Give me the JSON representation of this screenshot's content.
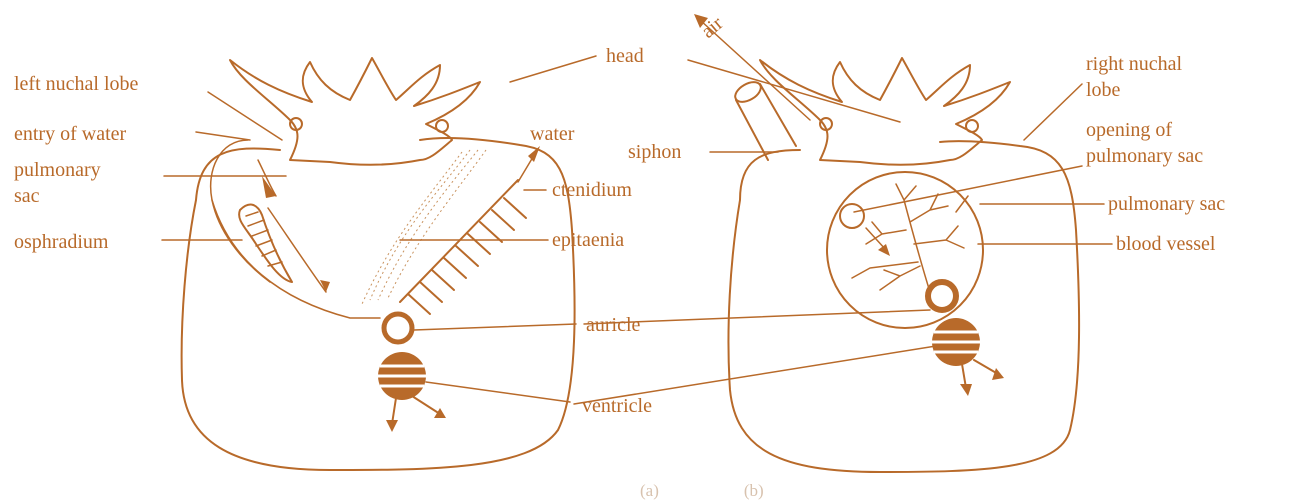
{
  "accent_color": "#b86a2a",
  "labels": {
    "head": "head",
    "air": "air",
    "left_nuchal_lobe": "left nuchal lobe",
    "entry_of_water": "entry of water",
    "pulmonary_sac_line1": "pulmonary",
    "pulmonary_sac_line2": "sac",
    "osphradium": "osphradium",
    "water": "water",
    "ctenidium": "ctenidium",
    "epitaenia": "epitaenia",
    "auricle": "auricle",
    "ventricle": "ventricle",
    "siphon": "siphon",
    "right_nuchal_lobe_line1": "right nuchal",
    "right_nuchal_lobe_line2": "lobe",
    "opening_line1": "opening of",
    "opening_line2": "pulmonary sac",
    "pulmonary_sac_right": "pulmonary sac",
    "blood_vessel": "blood vessel"
  },
  "caption": "(a)                    (b)"
}
